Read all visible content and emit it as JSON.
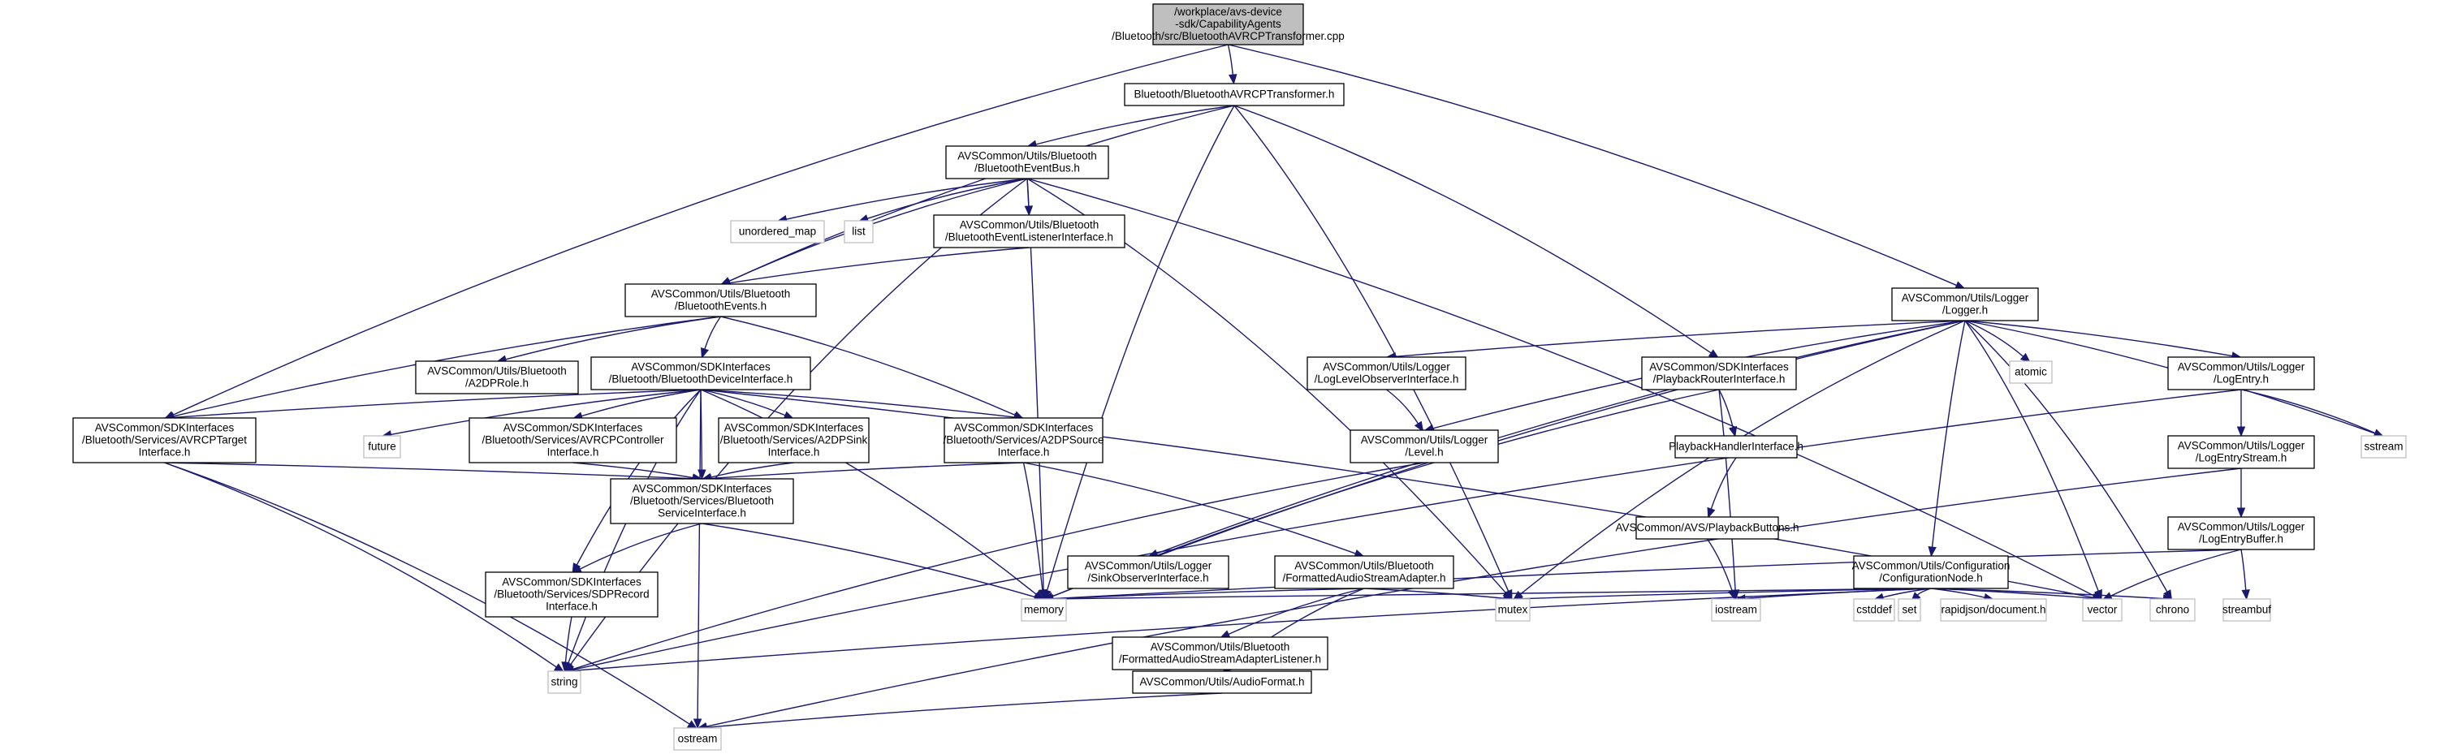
{
  "graph": {
    "type": "include-dependency-graph",
    "nodes": [
      {
        "id": "root",
        "kind": "root",
        "lines": [
          "/workplace/avs-device",
          "-sdk/CapabilityAgents",
          "/Bluetooth/src/BluetoothAVRCPTransformer.cpp"
        ]
      },
      {
        "id": "avrcpTransformer",
        "kind": "file",
        "lines": [
          "Bluetooth/BluetoothAVRCPTransformer.h"
        ]
      },
      {
        "id": "eventBus",
        "kind": "file",
        "lines": [
          "AVSCommon/Utils/Bluetooth",
          "/BluetoothEventBus.h"
        ]
      },
      {
        "id": "loggerH",
        "kind": "file",
        "lines": [
          "AVSCommon/Utils/Logger",
          "/Logger.h"
        ]
      },
      {
        "id": "unordered_map",
        "kind": "external",
        "lines": [
          "unordered_map"
        ]
      },
      {
        "id": "list",
        "kind": "external",
        "lines": [
          "list"
        ]
      },
      {
        "id": "eventListener",
        "kind": "file",
        "lines": [
          "AVSCommon/Utils/Bluetooth",
          "/BluetoothEventListenerInterface.h"
        ]
      },
      {
        "id": "events",
        "kind": "file",
        "lines": [
          "AVSCommon/Utils/Bluetooth",
          "/BluetoothEvents.h"
        ]
      },
      {
        "id": "a2dpRole",
        "kind": "file",
        "lines": [
          "AVSCommon/Utils/Bluetooth",
          "/A2DPRole.h"
        ]
      },
      {
        "id": "deviceIf",
        "kind": "file",
        "lines": [
          "AVSCommon/SDKInterfaces",
          "/Bluetooth/BluetoothDeviceInterface.h"
        ]
      },
      {
        "id": "avrcpTarget",
        "kind": "file",
        "lines": [
          "AVSCommon/SDKInterfaces",
          "/Bluetooth/Services/AVRCPTarget",
          "Interface.h"
        ]
      },
      {
        "id": "future",
        "kind": "external",
        "lines": [
          "future"
        ]
      },
      {
        "id": "avrcpController",
        "kind": "file",
        "lines": [
          "AVSCommon/SDKInterfaces",
          "/Bluetooth/Services/AVRCPController",
          "Interface.h"
        ]
      },
      {
        "id": "a2dpSink",
        "kind": "file",
        "lines": [
          "AVSCommon/SDKInterfaces",
          "/Bluetooth/Services/A2DPSink",
          "Interface.h"
        ]
      },
      {
        "id": "a2dpSource",
        "kind": "file",
        "lines": [
          "AVSCommon/SDKInterfaces",
          "/Bluetooth/Services/A2DPSource",
          "Interface.h"
        ]
      },
      {
        "id": "serviceIf",
        "kind": "file",
        "lines": [
          "AVSCommon/SDKInterfaces",
          "/Bluetooth/Services/Bluetooth",
          "ServiceInterface.h"
        ]
      },
      {
        "id": "sdpRecord",
        "kind": "file",
        "lines": [
          "AVSCommon/SDKInterfaces",
          "/Bluetooth/Services/SDPRecord",
          "Interface.h"
        ]
      },
      {
        "id": "string",
        "kind": "external",
        "lines": [
          "string"
        ]
      },
      {
        "id": "ostream",
        "kind": "external",
        "lines": [
          "ostream"
        ]
      },
      {
        "id": "memory",
        "kind": "external",
        "lines": [
          "memory"
        ]
      },
      {
        "id": "logLevelObs",
        "kind": "file",
        "lines": [
          "AVSCommon/Utils/Logger",
          "/LogLevelObserverInterface.h"
        ]
      },
      {
        "id": "levelH",
        "kind": "file",
        "lines": [
          "AVSCommon/Utils/Logger",
          "/Level.h"
        ]
      },
      {
        "id": "sinkObs",
        "kind": "file",
        "lines": [
          "AVSCommon/Utils/Logger",
          "/SinkObserverInterface.h"
        ]
      },
      {
        "id": "fasa",
        "kind": "file",
        "lines": [
          "AVSCommon/Utils/Bluetooth",
          "/FormattedAudioStreamAdapter.h"
        ]
      },
      {
        "id": "fasaListener",
        "kind": "file",
        "lines": [
          "AVSCommon/Utils/Bluetooth",
          "/FormattedAudioStreamAdapterListener.h"
        ]
      },
      {
        "id": "audioFormat",
        "kind": "file",
        "lines": [
          "AVSCommon/Utils/AudioFormat.h"
        ]
      },
      {
        "id": "mutex",
        "kind": "external",
        "lines": [
          "mutex"
        ]
      },
      {
        "id": "playbackRouter",
        "kind": "file",
        "lines": [
          "AVSCommon/SDKInterfaces",
          "/PlaybackRouterInterface.h"
        ]
      },
      {
        "id": "playbackHandler",
        "kind": "file",
        "lines": [
          "PlaybackHandlerInterface.h"
        ]
      },
      {
        "id": "playbackButtons",
        "kind": "file",
        "lines": [
          "AVSCommon/AVS/PlaybackButtons.h"
        ]
      },
      {
        "id": "iostream",
        "kind": "external",
        "lines": [
          "iostream"
        ]
      },
      {
        "id": "atomic",
        "kind": "external",
        "lines": [
          "atomic"
        ]
      },
      {
        "id": "configNode",
        "kind": "file",
        "lines": [
          "AVSCommon/Utils/Configuration",
          "/ConfigurationNode.h"
        ]
      },
      {
        "id": "cstddef",
        "kind": "external",
        "lines": [
          "cstddef"
        ]
      },
      {
        "id": "set",
        "kind": "external",
        "lines": [
          "set"
        ]
      },
      {
        "id": "rapidjson",
        "kind": "external",
        "lines": [
          "rapidjson/document.h"
        ]
      },
      {
        "id": "vector",
        "kind": "external",
        "lines": [
          "vector"
        ]
      },
      {
        "id": "chrono",
        "kind": "external",
        "lines": [
          "chrono"
        ]
      },
      {
        "id": "logEntry",
        "kind": "file",
        "lines": [
          "AVSCommon/Utils/Logger",
          "/LogEntry.h"
        ]
      },
      {
        "id": "sstream",
        "kind": "external",
        "lines": [
          "sstream"
        ]
      },
      {
        "id": "logEntryStream",
        "kind": "file",
        "lines": [
          "AVSCommon/Utils/Logger",
          "/LogEntryStream.h"
        ]
      },
      {
        "id": "logEntryBuffer",
        "kind": "file",
        "lines": [
          "AVSCommon/Utils/Logger",
          "/LogEntryBuffer.h"
        ]
      },
      {
        "id": "streambuf",
        "kind": "external",
        "lines": [
          "streambuf"
        ]
      }
    ],
    "edges": [
      [
        "root",
        "avrcpTransformer"
      ],
      [
        "root",
        "avrcpTarget"
      ],
      [
        "root",
        "loggerH"
      ],
      [
        "avrcpTransformer",
        "eventBus"
      ],
      [
        "avrcpTransformer",
        "events"
      ],
      [
        "avrcpTransformer",
        "memory"
      ],
      [
        "avrcpTransformer",
        "playbackRouter"
      ],
      [
        "avrcpTransformer",
        "mutex"
      ],
      [
        "eventBus",
        "unordered_map"
      ],
      [
        "eventBus",
        "list"
      ],
      [
        "eventBus",
        "eventListener"
      ],
      [
        "eventBus",
        "events"
      ],
      [
        "eventBus",
        "string"
      ],
      [
        "eventBus",
        "memory"
      ],
      [
        "eventBus",
        "mutex"
      ],
      [
        "eventBus",
        "vector"
      ],
      [
        "eventListener",
        "events"
      ],
      [
        "events",
        "a2dpRole"
      ],
      [
        "events",
        "deviceIf"
      ],
      [
        "events",
        "avrcpTarget"
      ],
      [
        "events",
        "a2dpSource"
      ],
      [
        "deviceIf",
        "avrcpTarget"
      ],
      [
        "deviceIf",
        "future"
      ],
      [
        "deviceIf",
        "avrcpController"
      ],
      [
        "deviceIf",
        "a2dpSink"
      ],
      [
        "deviceIf",
        "a2dpSource"
      ],
      [
        "deviceIf",
        "serviceIf"
      ],
      [
        "deviceIf",
        "sdpRecord"
      ],
      [
        "deviceIf",
        "string"
      ],
      [
        "deviceIf",
        "ostream"
      ],
      [
        "deviceIf",
        "memory"
      ],
      [
        "deviceIf",
        "vector"
      ],
      [
        "avrcpTarget",
        "serviceIf"
      ],
      [
        "avrcpTarget",
        "string"
      ],
      [
        "avrcpTarget",
        "ostream"
      ],
      [
        "avrcpController",
        "serviceIf"
      ],
      [
        "a2dpSink",
        "serviceIf"
      ],
      [
        "a2dpSource",
        "serviceIf"
      ],
      [
        "a2dpSource",
        "memory"
      ],
      [
        "a2dpSource",
        "fasa"
      ],
      [
        "serviceIf",
        "sdpRecord"
      ],
      [
        "serviceIf",
        "memory"
      ],
      [
        "sdpRecord",
        "string"
      ],
      [
        "fasa",
        "memory"
      ],
      [
        "fasa",
        "fasaListener"
      ],
      [
        "fasa",
        "audioFormat"
      ],
      [
        "fasa",
        "mutex"
      ],
      [
        "fasaListener",
        "audioFormat"
      ],
      [
        "audioFormat",
        "ostream"
      ],
      [
        "loggerH",
        "logLevelObs"
      ],
      [
        "loggerH",
        "levelH"
      ],
      [
        "loggerH",
        "sinkObs"
      ],
      [
        "loggerH",
        "memory"
      ],
      [
        "loggerH",
        "mutex"
      ],
      [
        "loggerH",
        "atomic"
      ],
      [
        "loggerH",
        "configNode"
      ],
      [
        "loggerH",
        "vector"
      ],
      [
        "loggerH",
        "chrono"
      ],
      [
        "loggerH",
        "logEntry"
      ],
      [
        "loggerH",
        "sstream"
      ],
      [
        "logLevelObs",
        "levelH"
      ],
      [
        "levelH",
        "string"
      ],
      [
        "playbackRouter",
        "playbackHandler"
      ],
      [
        "playbackRouter",
        "memory"
      ],
      [
        "playbackRouter",
        "iostream"
      ],
      [
        "playbackHandler",
        "playbackButtons"
      ],
      [
        "playbackButtons",
        "iostream"
      ],
      [
        "configNode",
        "memory"
      ],
      [
        "configNode",
        "mutex"
      ],
      [
        "configNode",
        "iostream"
      ],
      [
        "configNode",
        "cstddef"
      ],
      [
        "configNode",
        "set"
      ],
      [
        "configNode",
        "rapidjson"
      ],
      [
        "configNode",
        "vector"
      ],
      [
        "configNode",
        "chrono"
      ],
      [
        "configNode",
        "string"
      ],
      [
        "logEntry",
        "sstream"
      ],
      [
        "logEntry",
        "logEntryStream"
      ],
      [
        "logEntry",
        "string"
      ],
      [
        "logEntryStream",
        "logEntryBuffer"
      ],
      [
        "logEntryStream",
        "ostream"
      ],
      [
        "logEntryBuffer",
        "memory"
      ],
      [
        "logEntryBuffer",
        "streambuf"
      ],
      [
        "logEntryBuffer",
        "vector"
      ]
    ]
  }
}
